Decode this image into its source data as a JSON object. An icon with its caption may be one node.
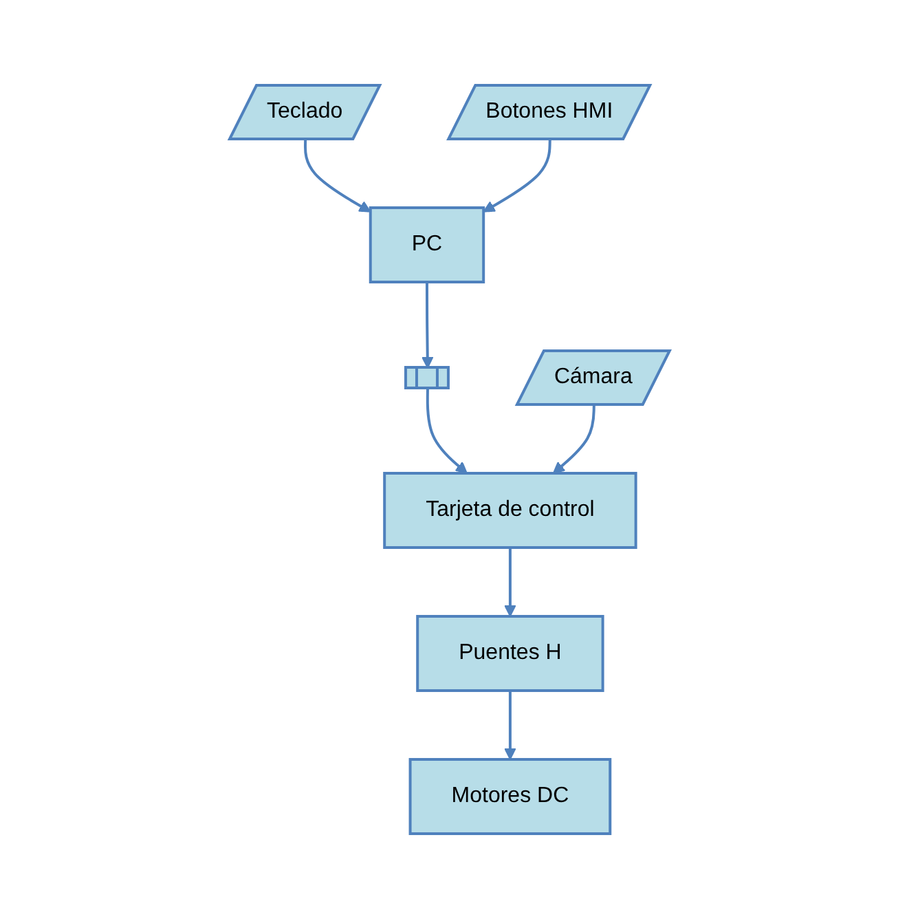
{
  "diagram": {
    "nodes": [
      {
        "text": [
          "Teclado"
        ]
      },
      {
        "text": [
          "PC"
        ]
      },
      {
        "text": [
          "Botones HMI"
        ]
      },
      {
        "text": [],
        "shape": "box"
      },
      {
        "text": [
          "Cámara"
        ]
      },
      {
        "text": [
          "Tarjeta de control"
        ]
      },
      {
        "text": [
          "Puentes H"
        ]
      },
      {
        "text": [
          "Motores DC"
        ]
      }
    ],
    "edges": [
      {
        "from": 0,
        "to": 1,
        "arrow": "to"
      },
      {
        "from": 2,
        "to": 1,
        "arrow": "to"
      },
      {
        "from": 1,
        "to": 3,
        "arrow": "to"
      },
      {
        "from": 3,
        "to": 5,
        "arrow": "to"
      },
      {
        "from": 4,
        "to": 5,
        "arrow": "to"
      },
      {
        "from": 5,
        "to": 6,
        "arrow": "to"
      },
      {
        "from": 6,
        "to": 7,
        "arrow": "to"
      }
    ]
  }
}
